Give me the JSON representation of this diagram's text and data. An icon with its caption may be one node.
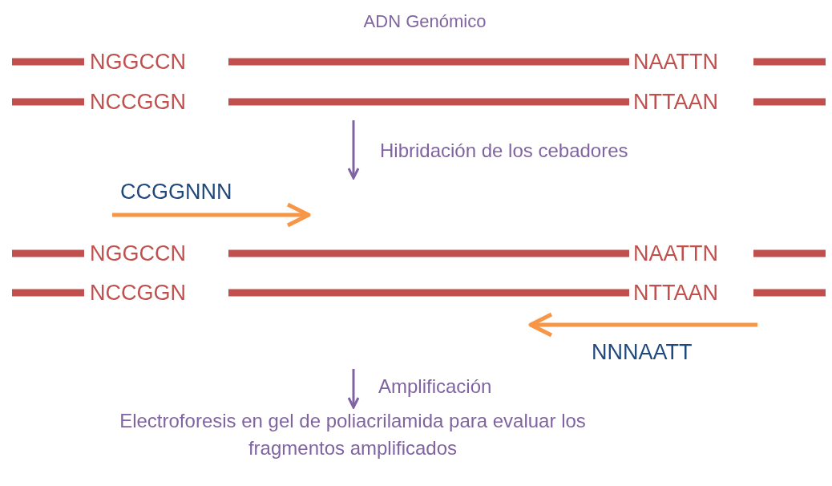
{
  "diagram": {
    "nodes": [
      {
        "text": [
          "ADN Genómico",
          "NGGCCN",
          "NAATTN",
          "NCCGGN",
          "NTTAAN"
        ]
      },
      {
        "text": [
          "CCGGNNN",
          "NGGCCN",
          "NAATTN",
          "NCCGGN",
          "NTTAAN",
          "NNNAATT"
        ]
      },
      {
        "text": [
          "Electroforesis en gel de poliacrilamida para evaluar los fragmentos amplificados"
        ]
      }
    ],
    "edges": [
      {
        "from": 0,
        "to": 1,
        "arrow": "to",
        "label": "Hibridación de los cebadores"
      },
      {
        "from": 1,
        "to": 2,
        "arrow": "to",
        "label": "Amplificación"
      }
    ]
  }
}
